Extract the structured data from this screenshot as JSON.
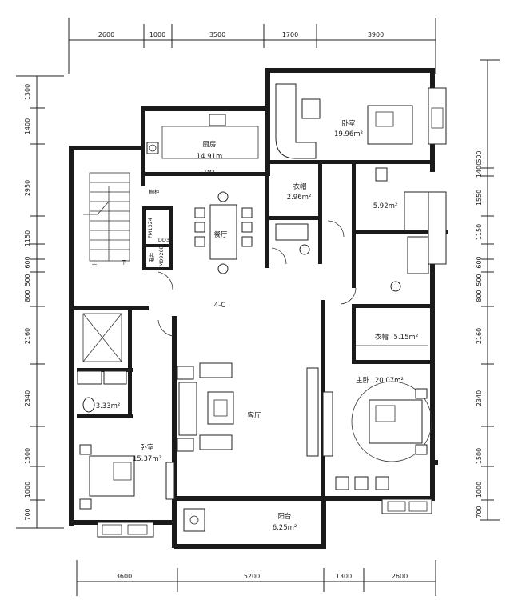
{
  "dimensions": {
    "top": [
      "2600",
      "1000",
      "3500",
      "1700",
      "3900"
    ],
    "bottom": [
      "3600",
      "5200",
      "1300",
      "2600"
    ],
    "left": [
      "1300",
      "1400",
      "2950",
      "1150",
      "600",
      "500",
      "800",
      "2160",
      "2340",
      "1500",
      "1000",
      "700"
    ],
    "right": [
      "600",
      "1400",
      "1550",
      "1150",
      "600",
      "500",
      "800",
      "2160",
      "2340",
      "1500",
      "1000",
      "700"
    ]
  },
  "rooms": {
    "kitchen": {
      "name": "厨房",
      "area": "14.91m"
    },
    "master_bedroom_top": {
      "name": "卧室",
      "area": "19.96m²"
    },
    "closet_small": {
      "name": "衣帽",
      "area": "2.96m²"
    },
    "bath_right": {
      "area": "5.92m²"
    },
    "dining": {
      "name": "餐厅"
    },
    "core": {
      "name": "4-C"
    },
    "closet_right": {
      "name": "衣帽",
      "area": "5.15m²"
    },
    "master_bedroom": {
      "name": "主卧",
      "area": "20.07m²"
    },
    "bath_left": {
      "area": "3.33m²"
    },
    "living": {
      "name": "客厅"
    },
    "bedroom_left": {
      "name": "卧室",
      "area": "15.37m²"
    },
    "balcony": {
      "name": "阳台",
      "area": "6.25m²"
    }
  },
  "labels": {
    "tm": "TM2",
    "cabinet": "橱柜",
    "shaft_1": "FM1324",
    "shaft_2": "DD3",
    "elec_1": "电井",
    "elec_2": "FM0920B",
    "stair_up": "上",
    "stair_down": "下"
  }
}
